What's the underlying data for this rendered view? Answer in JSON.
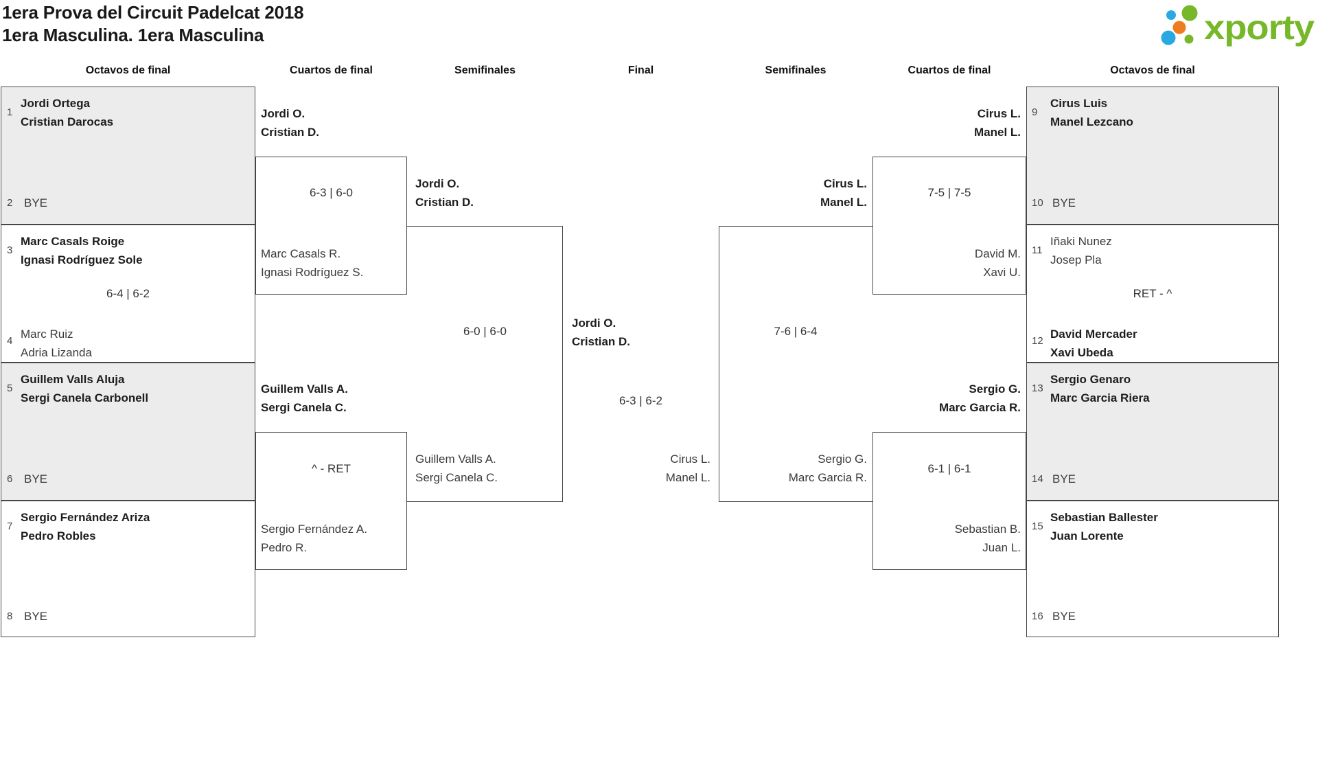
{
  "header": {
    "title_line1": "1era Prova del Circuit Padelcat 2018",
    "title_line2": "1era Masculina. 1era Masculina"
  },
  "logo": {
    "text": "xporty"
  },
  "colors": {
    "logo_green": "#76b82a",
    "logo_blue": "#29a9e1",
    "logo_orange": "#ee7d1f",
    "box_gray": "#ececec",
    "border": "#474747"
  },
  "round_headers": [
    "Octavos de final",
    "Cuartos de final",
    "Semifinales",
    "Final",
    "Semifinales",
    "Cuartos de final",
    "Octavos de final"
  ],
  "r16_left": [
    {
      "seed_top": "1",
      "team_top": [
        "Jordi Ortega",
        "Cristian Darocas"
      ],
      "seed_bottom": "2",
      "bottom_bye": "BYE"
    },
    {
      "seed_top": "3",
      "team_top": [
        "Marc Casals Roige",
        "Ignasi Rodríguez Sole"
      ],
      "score": "6-4 | 6-2",
      "seed_bottom": "4",
      "team_bottom": [
        "Marc Ruiz",
        "Adria Lizanda"
      ]
    },
    {
      "seed_top": "5",
      "team_top": [
        "Guillem Valls Aluja",
        "Sergi Canela Carbonell"
      ],
      "seed_bottom": "6",
      "bottom_bye": "BYE"
    },
    {
      "seed_top": "7",
      "team_top": [
        "Sergio Fernández Ariza",
        "Pedro Robles"
      ],
      "seed_bottom": "8",
      "bottom_bye": "BYE"
    }
  ],
  "r16_right": [
    {
      "seed_top": "9",
      "team_top": [
        "Cirus Luis",
        "Manel Lezcano"
      ],
      "seed_bottom": "10",
      "bottom_bye": "BYE"
    },
    {
      "seed_top": "11",
      "team_top": [
        "Iñaki Nunez",
        "Josep Pla"
      ],
      "score": "RET - ^",
      "seed_bottom": "12",
      "team_bottom": [
        "David Mercader",
        "Xavi Ubeda"
      ]
    },
    {
      "seed_top": "13",
      "team_top": [
        "Sergio Genaro",
        "Marc Garcia Riera"
      ],
      "seed_bottom": "14",
      "bottom_bye": "BYE"
    },
    {
      "seed_top": "15",
      "team_top": [
        "Sebastian Ballester",
        "Juan Lorente"
      ],
      "seed_bottom": "16",
      "bottom_bye": "BYE"
    }
  ],
  "qf_left": [
    {
      "winner": [
        "Jordi O.",
        "Cristian D."
      ],
      "score": "6-3 | 6-0",
      "loser": [
        "Marc Casals R.",
        "Ignasi Rodríguez S."
      ]
    },
    {
      "winner": [
        "Guillem Valls A.",
        "Sergi Canela C."
      ],
      "score": "^ - RET",
      "loser": [
        "Sergio Fernández A.",
        "Pedro R."
      ]
    }
  ],
  "sf_left": {
    "winner": [
      "Jordi O.",
      "Cristian D."
    ],
    "score": "6-0 | 6-0",
    "loser": [
      "Guillem Valls A.",
      "Sergi Canela C."
    ]
  },
  "final": {
    "winner": [
      "Jordi O.",
      "Cristian D."
    ],
    "score": "6-3 | 6-2",
    "loser": [
      "Cirus L.",
      "Manel L."
    ]
  },
  "sf_right": {
    "winner": [
      "Cirus L.",
      "Manel L."
    ],
    "score": "7-6 | 6-4",
    "loser": [
      "Sergio G.",
      "Marc Garcia R."
    ]
  },
  "qf_right": [
    {
      "winner": [
        "Cirus L.",
        "Manel L."
      ],
      "score": "7-5 | 7-5",
      "loser": [
        "David M.",
        "Xavi U."
      ]
    },
    {
      "winner": [
        "Sergio G.",
        "Marc Garcia R."
      ],
      "score": "6-1 | 6-1",
      "loser": [
        "Sebastian B.",
        "Juan L."
      ]
    }
  ]
}
